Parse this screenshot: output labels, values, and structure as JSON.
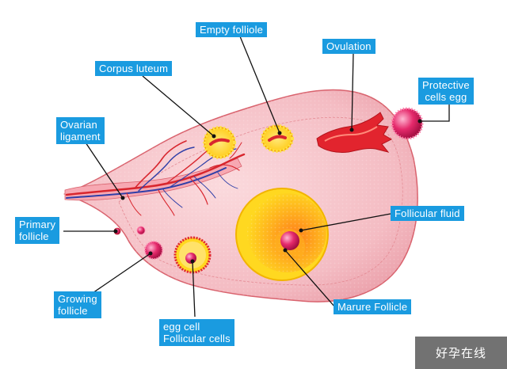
{
  "labels": {
    "empty_follicle": "Empty folliole",
    "corpus_luteum": "Corpus luteum",
    "ovulation": "Ovulation",
    "protective_cells": "Protective\ncells egg",
    "ovarian_ligament": "Ovarian\nligament",
    "primary_follicle": "Primary\nfollicle",
    "follicular_fluid": "Follicular fluid",
    "growing_follicle": "Growing\nfollicle",
    "egg_cell": "egg cell\nFollicular cells",
    "mature_follicle": "Marure Follicle"
  },
  "watermark": "好孕在线",
  "colors": {
    "label_bg": "#1a9be0",
    "ovary_fill": "#f6c2c8",
    "ovary_outline": "#d9636e",
    "follicle_yellow": "#ffd21a",
    "follicle_orange": "#ff9a1e",
    "egg_magenta": "#e0155e",
    "vessel_red": "#d8262e",
    "vessel_blue": "#2f3fa8"
  }
}
